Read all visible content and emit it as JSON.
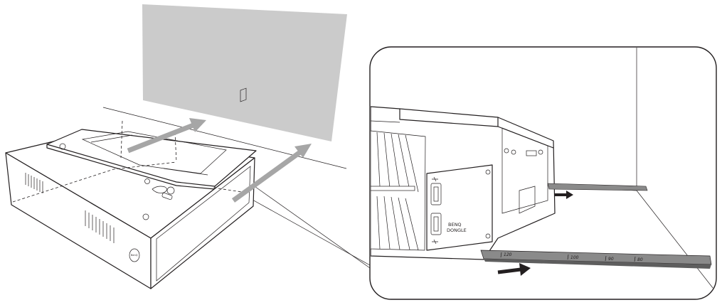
{
  "callout": {
    "port_label_line1": "BENQ",
    "port_label_line2": "DONGLE"
  },
  "ruler": {
    "marks": [
      "120",
      "100",
      "90",
      "80"
    ]
  },
  "colors": {
    "screen": "#cbcbcb",
    "arrow": "#a6a6a6",
    "ruler": "#8a8a8a",
    "line": "#231f20"
  },
  "icons": {
    "usb": "usb-icon",
    "arrow": "arrow-right-icon"
  }
}
